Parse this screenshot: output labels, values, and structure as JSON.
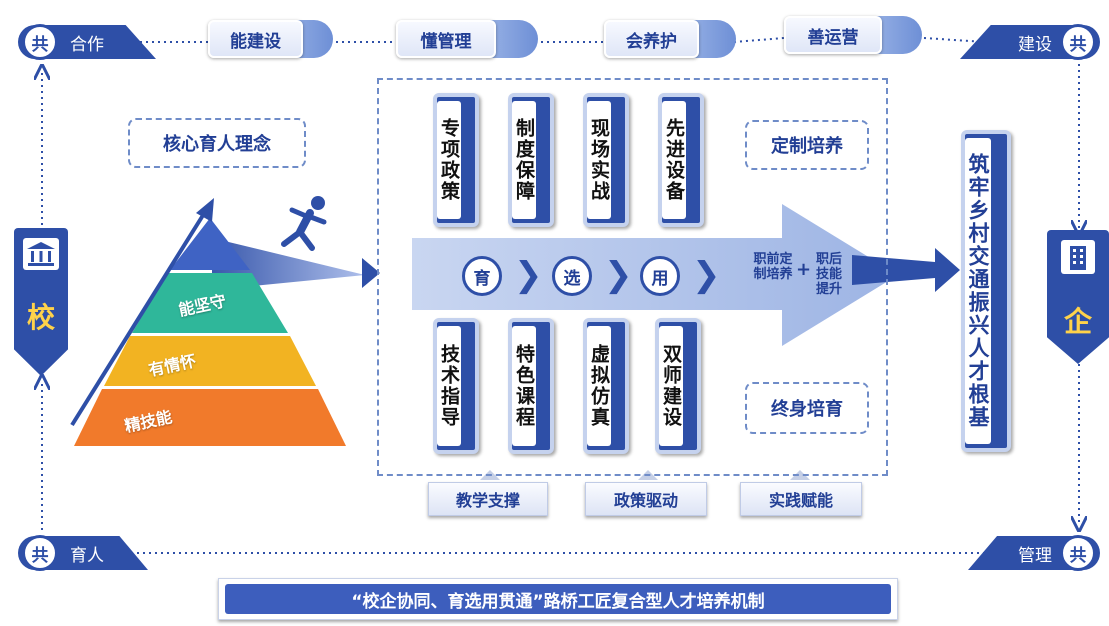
{
  "corners": {
    "top_left": {
      "badge": "共",
      "label": "合作"
    },
    "top_right": {
      "badge": "共",
      "label": "建设"
    },
    "bottom_left": {
      "badge": "共",
      "label": "育人"
    },
    "bottom_right": {
      "badge": "共",
      "label": "管理"
    }
  },
  "top_pills": [
    "能建设",
    "懂管理",
    "会养护",
    "善运营"
  ],
  "left_side": {
    "label": "校"
  },
  "right_side": {
    "label": "企"
  },
  "core_concept": "核心育人理念",
  "pyramid": {
    "top": "能坚守",
    "middle": "有情怀",
    "bottom": "精技能"
  },
  "upper_cards": [
    "专项政策",
    "制度保障",
    "现场实战",
    "先进设备"
  ],
  "lower_cards": [
    "技术指导",
    "特色课程",
    "虚拟仿真",
    "双师建设"
  ],
  "flow_steps": [
    "育",
    "选",
    "用"
  ],
  "flow_extra": {
    "left": "职前定制培养",
    "plus": "+",
    "right": "职后技能提升"
  },
  "custom_training": "定制培养",
  "lifelong_training": "终身培育",
  "goal_card": "筑牢乡村交通振兴人才根基",
  "supports": [
    "教学支撑",
    "政策驱动",
    "实践赋能"
  ],
  "title": "“校企协同、育选用贯通”路桥工匠复合型人才培养机制",
  "colors": {
    "primary": "#2e4fa7",
    "light": "#a9bde9",
    "pyramid_top": "#3f63c4",
    "pyramid_green": "#2fb79a",
    "pyramid_yellow": "#f2b322",
    "pyramid_orange": "#f17a2b"
  }
}
